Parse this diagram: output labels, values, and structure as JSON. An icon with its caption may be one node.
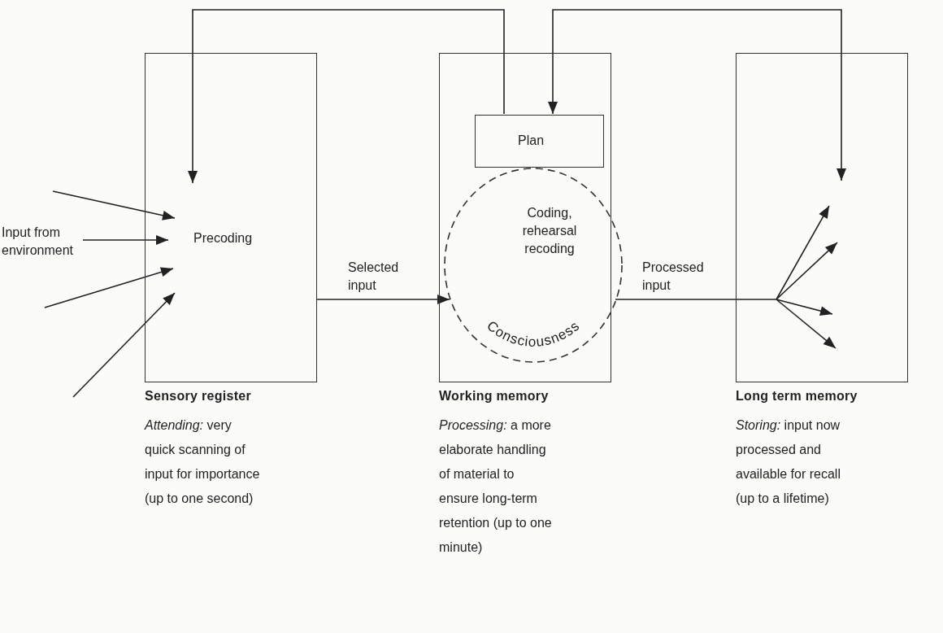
{
  "diagram": {
    "nodes": [
      {
        "text": [
          "Precoding"
        ],
        "beside": [
          "Sensory register",
          "*Attending:* very quick scanning of input for importance (up to one second)"
        ]
      },
      {
        "text": [],
        "shape": "box",
        "beside": [
          "Working memory",
          "*Processing:* a more elaborate handling of material to ensure long-term retention (up to one minute)"
        ]
      },
      {
        "text": [
          "Plan"
        ],
        "in": 1
      },
      {
        "text": [
          "Coding, rehearsal recoding",
          "Consciousness"
        ],
        "in": 1
      },
      {
        "text": [],
        "shape": "box",
        "beside": [
          "Long term memory",
          "*Storing:* input now processed and available for recall (up to a lifetime)"
        ]
      },
      {
        "text": [
          "Input from environment"
        ]
      }
    ],
    "edges": [
      {
        "from": null,
        "to": 0,
        "arrow": "to"
      },
      {
        "from": 5,
        "to": 0,
        "arrow": "to"
      },
      {
        "from": null,
        "to": 0,
        "arrow": "to"
      },
      {
        "from": null,
        "to": 0,
        "arrow": "to"
      },
      {
        "from": 0,
        "to": 3,
        "label": "Selected input",
        "arrow": "to"
      },
      {
        "from": 3,
        "to": 4,
        "label": "Processed input",
        "arrow": "to"
      },
      {
        "from": 2,
        "to": 0,
        "arrow": "to"
      },
      {
        "from": 2,
        "to": 4,
        "arrow": "both"
      }
    ]
  }
}
